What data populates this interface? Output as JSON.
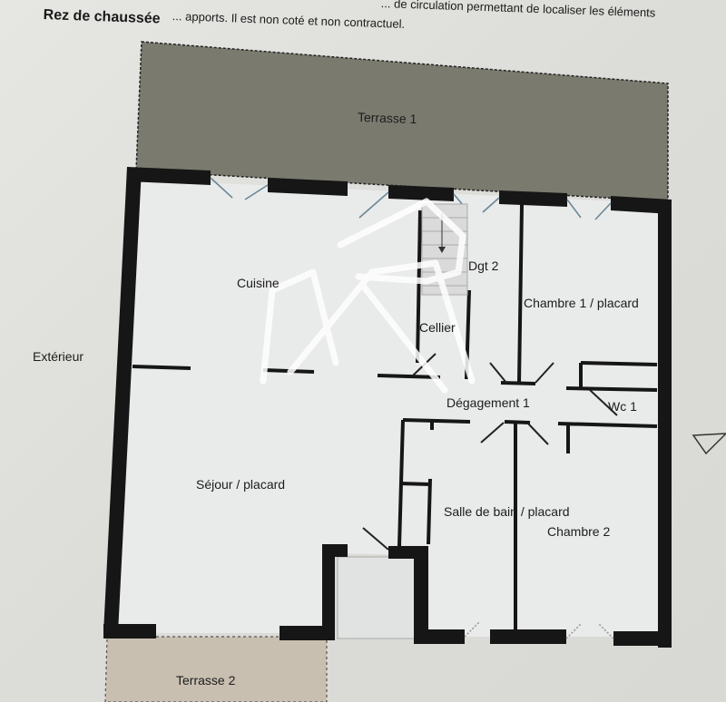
{
  "header": {
    "note_line1": "... de circulation permettant de localiser les éléments",
    "note_line2": "... apports. Il est non coté et non contractuel.",
    "floor_title": "Rez de chaussée"
  },
  "rooms": {
    "terrasse1": "Terrasse 1",
    "terrasse2": "Terrasse 2",
    "cuisine": "Cuisine",
    "dgt2": "Dgt 2",
    "cellier": "Cellier",
    "chambre1": "Chambre 1 / placard",
    "degagement1": "Dégagement 1",
    "wc1": "Wc 1",
    "sejour": "Séjour / placard",
    "salle_de_bain": "Salle de bain / placard",
    "chambre2": "Chambre 2",
    "exterieur": "Extérieur"
  },
  "colors": {
    "terrace1": "#7a7b6e",
    "terrace2": "#c9bfb1",
    "wall": "#161616",
    "floor": "#e9eaea",
    "window": "#6a8796"
  },
  "icons": {
    "north-arrow": "paper-plane-shape",
    "watermark": "white-house-logo"
  }
}
